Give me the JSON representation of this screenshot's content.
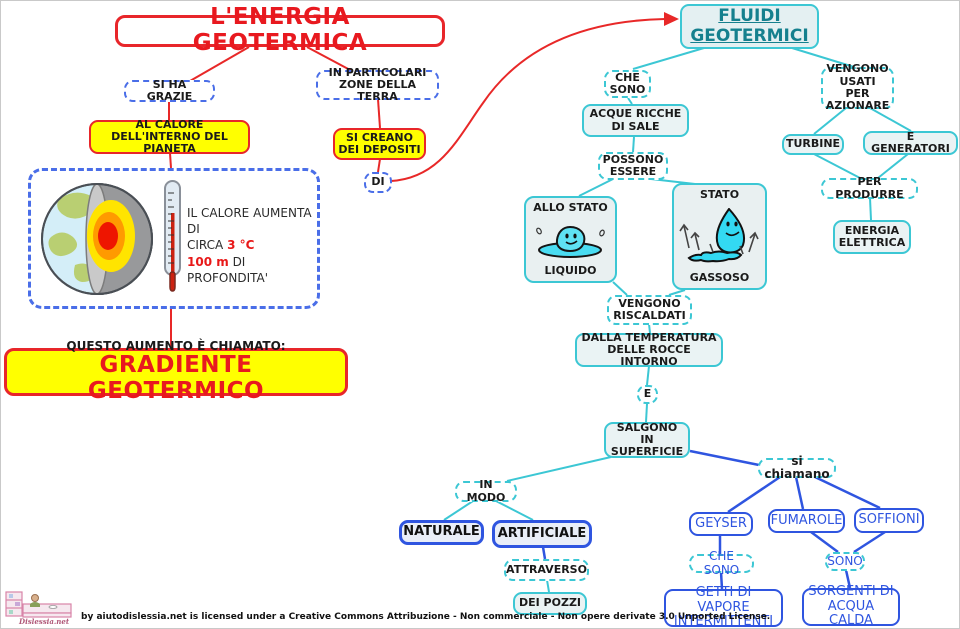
{
  "nodes": {
    "title": "L'ENERGIA GEOTERMICA",
    "si_ha_grazie": "SI HA GRAZIE",
    "in_particolari": "IN PARTICOLARI ZONE DELLA TERRA",
    "al_calore": "AL CALORE DELL'INTERNO DEL PIANETA",
    "si_creano": "SI CREANO DEI DEPOSITI",
    "di": "DI",
    "gradiente_intro": "QUESTO AUMENTO È CHIAMATO:",
    "gradiente_main": "GRADIENTE GEOTERMICO",
    "fluidi": "FLUIDI GEOTERMICI",
    "che_sono_top": "CHE SONO",
    "acque": "ACQUE RICCHE DI SALE",
    "possono": "POSSONO ESSERE",
    "allo_stato": "ALLO STATO",
    "liquido": "LIQUIDO",
    "stato": "STATO",
    "gassoso": "GASSOSO",
    "vengono_riscaldati": "VENGONO RISCALDATI",
    "dalla_temperatura": "DALLA TEMPERATURA DELLE ROCCE INTORNO",
    "e": "E",
    "salgono": "SALGONO IN SUPERFICIE",
    "si_chiamano": "si chiamano",
    "vengono_usati": "VENGONO USATI PER AZIONARE",
    "turbine": "TURBINE",
    "e_generatori": "E GENERATORI",
    "per_produrre": "PER PRODURRE",
    "energia_elettrica": "ENERGIA ELETTRICA",
    "in_modo": "IN MODO",
    "naturale": "NATURALE",
    "artificiale": "ARTIFICIALE",
    "attraverso": "ATTRAVERSO",
    "dei_pozzi": "DEI POZZI",
    "geyser": "GEYSER",
    "fumarole": "FUMAROLE",
    "soffioni": "SOFFIONI",
    "che_sono_bottom": "CHE SONO",
    "sono": "SONO",
    "getti": "GETTI DI VAPORE INTERMITTENTI",
    "sorgenti": "SORGENTI DI ACQUA CALDA"
  },
  "earth": {
    "caption_line1": "IL CALORE AUMENTA DI",
    "caption_circa": "CIRCA",
    "caption_temp": "3 °C",
    "caption_depth": "100 m",
    "caption_rest": "DI PROFONDITA'"
  },
  "footer": {
    "logo_text": "Dislessia.net",
    "license_text": "by aiutodislessia.net is licensed under a Creative Commons Attribuzione - Non commerciale - Non opere derivate 3.0 Unported License."
  },
  "icons": {
    "earth": "earth-cross-section-illustration",
    "thermometer": "thermometer-icon",
    "liquid": "liquid-drop-cartoon",
    "vapor": "vapor-drop-cartoon",
    "arrow": "red-curved-arrow",
    "logo": "dislessia-net-logo"
  },
  "colors": {
    "red": "#e8262a",
    "yellow": "#ffff00",
    "teal_border": "#3cc7d4",
    "teal_text": "#15808e",
    "blue": "#2f55e0",
    "blue_dashed": "#4a6ee8",
    "cartoon_cyan": "#38d8f0"
  }
}
